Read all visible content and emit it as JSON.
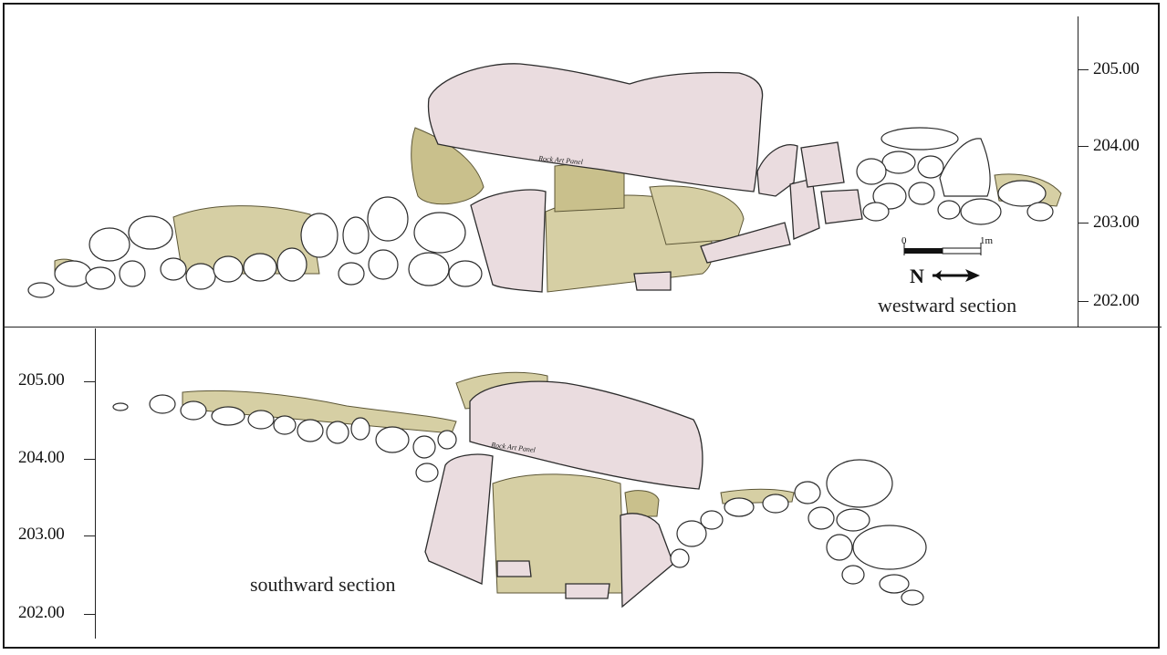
{
  "panels": {
    "westward": {
      "label": "westward section",
      "elevation_ticks": [
        "205.00",
        "204.00",
        "203.00",
        "202.00"
      ],
      "rock_art_label": "Rock Art Panel"
    },
    "southward": {
      "label": "southward section",
      "elevation_ticks": [
        "205.00",
        "204.00",
        "203.00",
        "202.00"
      ],
      "rock_art_label": "Rock Art Panel"
    }
  },
  "scale_bar": {
    "start_label": "0",
    "end_label": "1m"
  },
  "north_arrow": {
    "label": "N"
  },
  "colors": {
    "capstone": "#eadcdf",
    "earth_fill": "#d6cfa4",
    "stone_outline": "#2c2c2c"
  }
}
